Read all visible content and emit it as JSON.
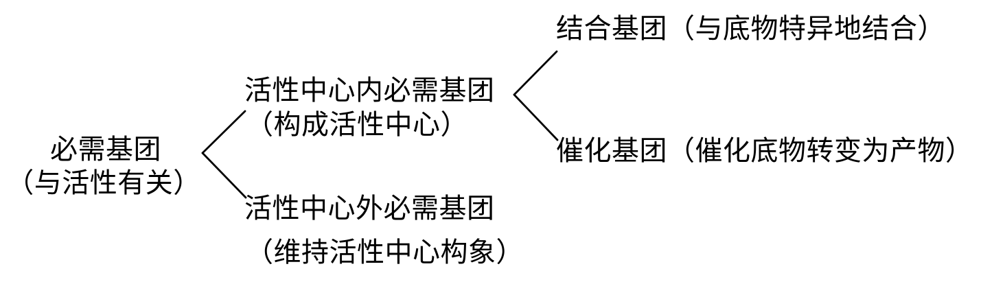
{
  "diagram": {
    "type": "tree-bracket",
    "title": "必需基团分类",
    "background_color": "#ffffff",
    "line_color": "#000000",
    "text_color": "#000000",
    "nodes": {
      "root": {
        "id": "root",
        "line_1": "必需基团",
        "line_2": "（与活性有关）"
      },
      "mid_upper": {
        "id": "mid-upper",
        "line_1": "活性中心内必需基团",
        "line_2": "（构成活性中心）"
      },
      "mid_lower": {
        "id": "mid-lower",
        "line_1": "活性中心外必需基团",
        "line_2": "（维持活性中心构象）"
      },
      "right_upper": {
        "id": "right-upper",
        "line_1": "结合基团（与底物特异地结合）"
      },
      "right_lower": {
        "id": "right-lower",
        "line_1": "催化基团（催化底物转变为产物）"
      }
    },
    "connectors": [
      {
        "name": "root-bracket",
        "from": "root",
        "to": [
          "mid_upper",
          "mid_lower"
        ],
        "apex": [
          295,
          223
        ],
        "upper_end": [
          357,
          162
        ],
        "lower_end": [
          358,
          288
        ]
      },
      {
        "name": "mid-upper-bracket",
        "from": "mid_upper",
        "to": [
          "right_upper",
          "right_lower"
        ],
        "apex": [
          749,
          138
        ],
        "upper_end": [
          811,
          75
        ],
        "lower_end": [
          812,
          204
        ]
      }
    ]
  }
}
